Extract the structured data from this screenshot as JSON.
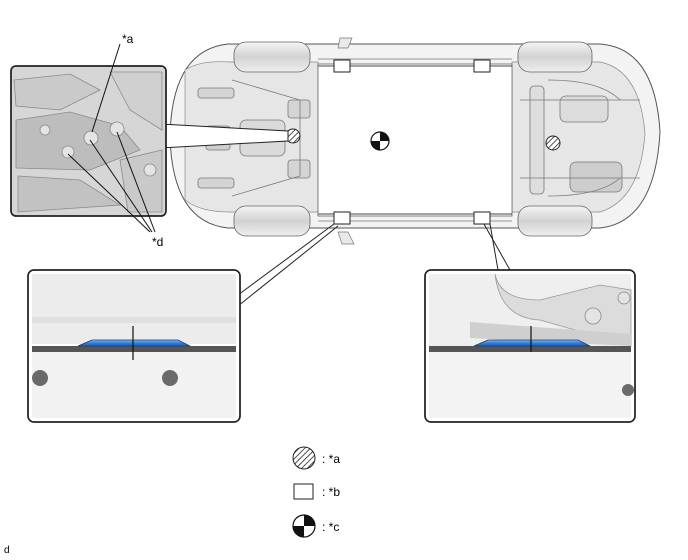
{
  "callouts": {
    "a": "*a",
    "d": "*d"
  },
  "legend": [
    {
      "icon": "hatched-circle-icon",
      "text": ": *a"
    },
    {
      "icon": "open-square-icon",
      "text": ": *b"
    },
    {
      "icon": "center-of-gravity-icon",
      "text": ": *c"
    }
  ],
  "figure_code": "d",
  "colors": {
    "highlight_blue": "#2f7fe0",
    "line": "#222222",
    "body_gray": "#c9c9c9"
  }
}
